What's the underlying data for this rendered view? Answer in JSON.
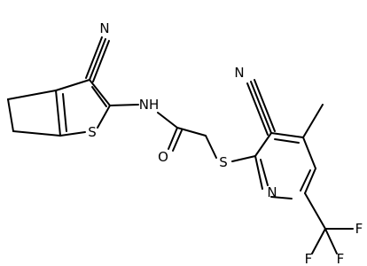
{
  "molecule": {
    "atom_labels": {
      "nitrile_n1": "N",
      "amide_nh": "NH",
      "thiophene_s": "S",
      "carbonyl_o": "O",
      "thioether_s": "S",
      "nitrile_n2": "N",
      "pyridine_n": "N",
      "fluorine_1": "F",
      "fluorine_2": "F",
      "fluorine_3": "F"
    }
  },
  "colors": {
    "bond": "#000000",
    "label": "#000000",
    "background": "#ffffff"
  }
}
